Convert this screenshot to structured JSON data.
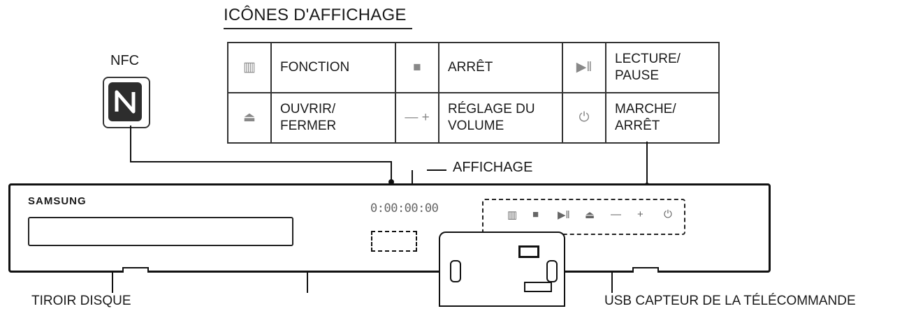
{
  "header": {
    "title": "ICÔNES D'AFFICHAGE"
  },
  "nfc": {
    "label": "NFC"
  },
  "icons_table": [
    [
      {
        "icon": "function-icon",
        "glyph": "▥",
        "label": "FONCTION"
      },
      {
        "icon": "stop-icon",
        "glyph": "■",
        "label": "ARRÊT"
      },
      {
        "icon": "play-pause-icon",
        "glyph": "▶‖",
        "label": "LECTURE/\nPAUSE"
      }
    ],
    [
      {
        "icon": "eject-icon",
        "glyph": "⏏",
        "label": "OUVRIR/\nFERMER"
      },
      {
        "icon": "volume-icon",
        "glyph": "— +",
        "label": "RÉGLAGE DU\nVOLUME"
      },
      {
        "icon": "power-icon",
        "glyph": "⏻",
        "label": "MARCHE/\nARRÊT"
      }
    ]
  ],
  "device": {
    "brand": "SAMSUNG",
    "display_text": "0:00:00:00",
    "controls": [
      "▥",
      "■",
      "▶‖",
      "⏏",
      "—",
      "+",
      "⏻"
    ]
  },
  "labels": {
    "affichage": "AFFICHAGE",
    "tiroir": "TIROIR DISQUE",
    "usb": "USB CAPTEUR DE LA TÉLÉCOMMANDE"
  }
}
